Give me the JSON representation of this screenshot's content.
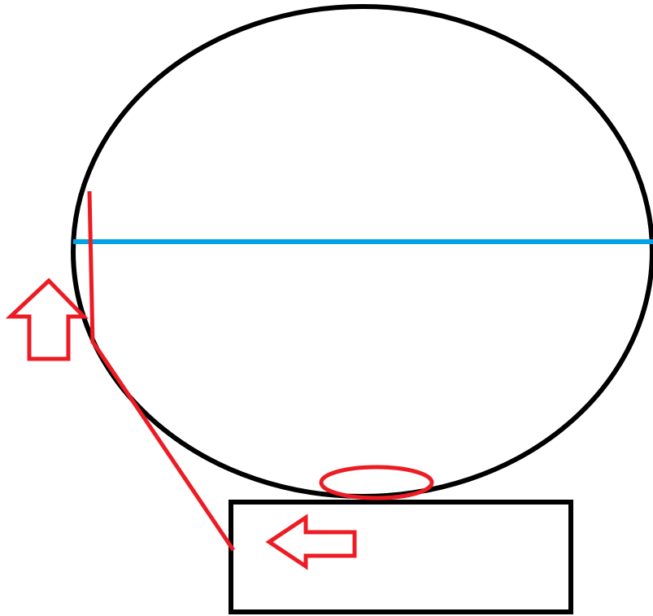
{
  "diagram": {
    "background_color": "#ffffff",
    "colors": {
      "outline": "#000000",
      "annotation": "#ed1c24",
      "horizontal_line": "#00a2e8"
    },
    "shapes": [
      {
        "name": "ball-circle",
        "kind": "ellipse",
        "color": "outline"
      },
      {
        "name": "base-box",
        "kind": "rectangle",
        "color": "outline"
      },
      {
        "name": "diameter-line",
        "kind": "line",
        "color": "horizontal_line"
      },
      {
        "name": "contact-point-marker",
        "kind": "ellipse",
        "color": "annotation"
      },
      {
        "name": "vertical-reference-line",
        "kind": "line",
        "color": "annotation"
      },
      {
        "name": "slanted-reference-line",
        "kind": "line",
        "color": "annotation"
      }
    ],
    "icons": [
      {
        "name": "up-arrow-icon",
        "direction": "up",
        "color": "annotation"
      },
      {
        "name": "left-arrow-icon",
        "direction": "left",
        "color": "annotation"
      }
    ]
  }
}
